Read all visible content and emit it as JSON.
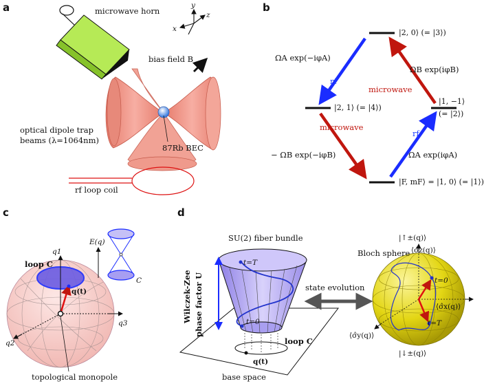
{
  "panels": {
    "a": {
      "letter": "a",
      "microwave_horn": "microwave horn",
      "axes": {
        "x": "x",
        "y": "y",
        "z": "z"
      },
      "bias_field": "bias field B",
      "optical_trap_line1": "optical dipole trap",
      "optical_trap_line2": "beams (λ=1064nm)",
      "bec_label": "87Rb BEC",
      "rf_loop": "rf loop coil"
    },
    "b": {
      "letter": "b",
      "level_top": "|2, 0⟩ (= |3⟩)",
      "level_left": "|2, 1⟩ (= |4⟩)",
      "level_right_1": "|1, −1⟩",
      "level_right_2": "(= |2⟩)",
      "level_bottom": "|F, mF⟩ = |1, 0⟩ (= |1⟩)",
      "coupling_top_left": "ΩA exp(−iφA)",
      "coupling_top_right": "ΩB exp(iφB)",
      "coupling_bottom_left": "− ΩB exp(−iφB)",
      "coupling_bottom_right": "ΩA exp(iφA)",
      "rf_upper": "rf",
      "rf_lower": "rf",
      "microwave_upper": "microwave",
      "microwave_lower": "microwave"
    },
    "c": {
      "letter": "c",
      "energy_label": "E(q)",
      "loop_label": "loop C",
      "cone_c": "C",
      "q1": "q1",
      "q2": "q2",
      "q3": "q3",
      "qt": "q(t)",
      "monopole": "topological monopole"
    },
    "d": {
      "letter": "d",
      "fiber_bundle": "SU(2) fiber bundle",
      "t_T": "t=T",
      "t_0": "t=0",
      "wilczek_1": "Wilczek-Zee",
      "wilczek_2": "phase factor U",
      "loop_label": "loop C",
      "qt": "q(t)",
      "base_space": "base space",
      "state_evolution": "state evolution",
      "bloch_sphere": "Bloch sphere",
      "up_state": "|↑±(q)⟩",
      "sigma_z": "⟨σ̂z(q)⟩",
      "sigma_x": "⟨σ̂x(q)⟩",
      "sigma_y": "⟨σ̂y(q)⟩",
      "down_state": "|↓±(q)⟩",
      "bloch_t0": "t=0",
      "bloch_tT": "t=T"
    }
  },
  "colors": {
    "horn_green": "#9ad93a",
    "beam_salmon": "#ee8f80",
    "arrow_blue": "#1a2cff",
    "arrow_red": "#c0160e",
    "sphere_pink": "#f6c9c5",
    "bundle_purple": "#b9aef2",
    "bloch_yellow": "#e7e21e"
  }
}
